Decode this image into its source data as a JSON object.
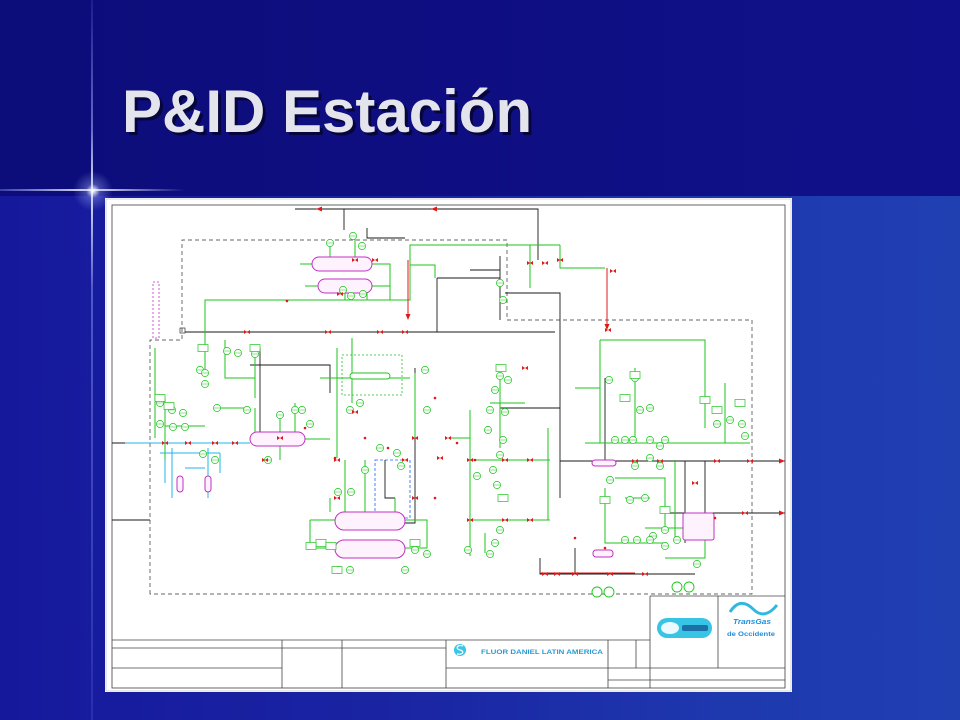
{
  "slide": {
    "title": "P&ID Estación"
  },
  "pid_diagram": {
    "title_block": {
      "company_name": "FLUOR DANIEL LATIN AMERICA"
    },
    "client_logo": {
      "name": "TransGas",
      "subtitle": "de Occidente"
    }
  },
  "colors": {
    "slide_background": "#0d0d80",
    "title_text": "#e4e4ec",
    "pipe_green": "#1ec41e",
    "pipe_cyan": "#20b4ee",
    "pipe_black": "#1a1a1a",
    "valve_red": "#e01818",
    "vessel_magenta": "#c030c0",
    "boundary_blue": "#2060ff",
    "logo_cyan": "#38c4e4",
    "logo_text_blue": "#1f8fd8"
  }
}
